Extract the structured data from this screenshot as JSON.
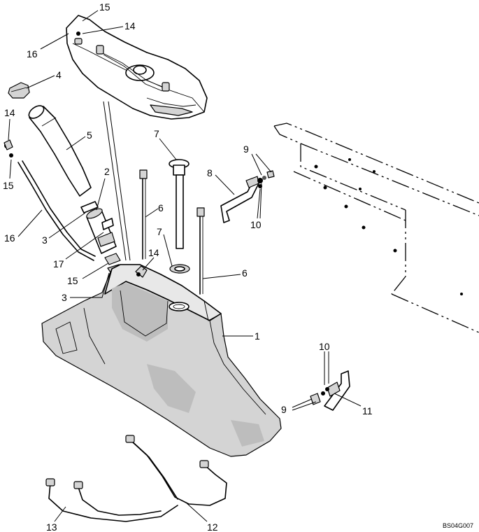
{
  "figure_code": "BS04G007",
  "callouts": {
    "c15_top": "15",
    "c14_top": "14",
    "c16_top": "16",
    "c4": "4",
    "c14_left": "14",
    "c5": "5",
    "c15_left": "15",
    "c2": "2",
    "c16_left": "16",
    "c3_upper": "3",
    "c17": "17",
    "c15_mid": "15",
    "c3_lower": "3",
    "c14_mid": "14",
    "c6_upper": "6",
    "c6_lower": "6",
    "c7_upper": "7",
    "c7_lower": "7",
    "c8": "8",
    "c9_upper": "9",
    "c10_upper": "10",
    "c1": "1",
    "c10_lower": "10",
    "c9_lower": "9",
    "c11": "11",
    "c12": "12",
    "c13": "13"
  }
}
